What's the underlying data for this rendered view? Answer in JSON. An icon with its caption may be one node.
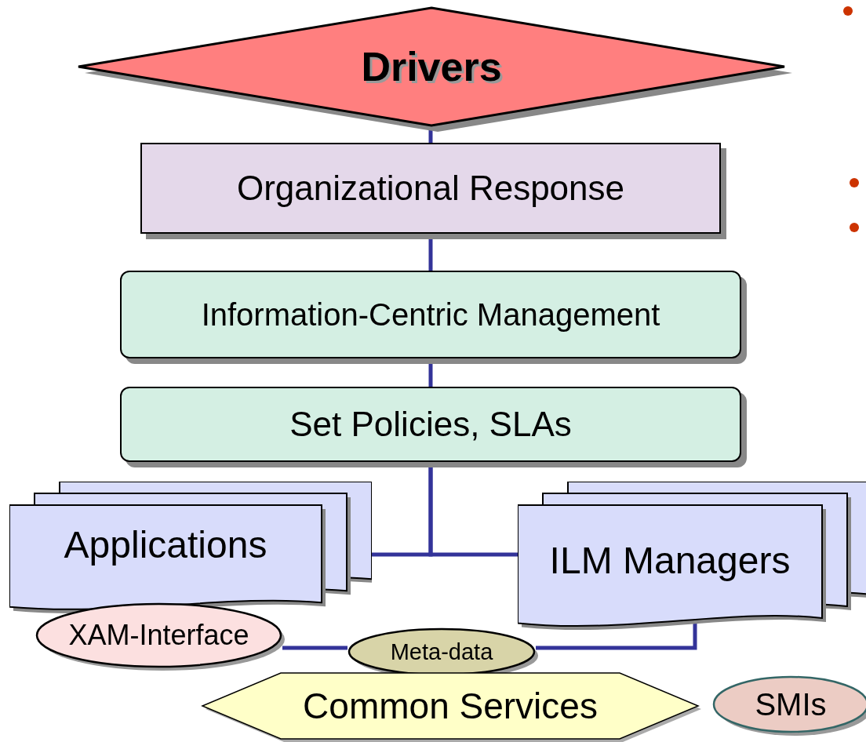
{
  "diagram": {
    "nodes": [
      {
        "text": [
          "Drivers"
        ]
      },
      {
        "text": [
          "Organizational Response"
        ]
      },
      {
        "text": [
          "Information-Centric Management"
        ]
      },
      {
        "text": [
          "Set Policies, SLAs"
        ]
      },
      {
        "text": [
          "Applications"
        ]
      },
      {
        "text": [
          "ILM Managers"
        ]
      },
      {
        "text": [
          "XAM-Interface"
        ]
      },
      {
        "text": [
          "Meta-data"
        ]
      },
      {
        "text": [
          "Common Services"
        ]
      },
      {
        "text": [
          "SMIs"
        ]
      }
    ],
    "edges": [
      {
        "from": 0,
        "to": 1,
        "arrow": "none"
      },
      {
        "from": 1,
        "to": 2,
        "arrow": "none"
      },
      {
        "from": 2,
        "to": 3,
        "arrow": "none"
      },
      {
        "from": 3,
        "to": 4,
        "arrow": "none"
      },
      {
        "from": 3,
        "to": 5,
        "arrow": "none"
      },
      {
        "from": 6,
        "to": 7,
        "arrow": "none"
      },
      {
        "from": 7,
        "to": 5,
        "arrow": "none"
      }
    ]
  }
}
